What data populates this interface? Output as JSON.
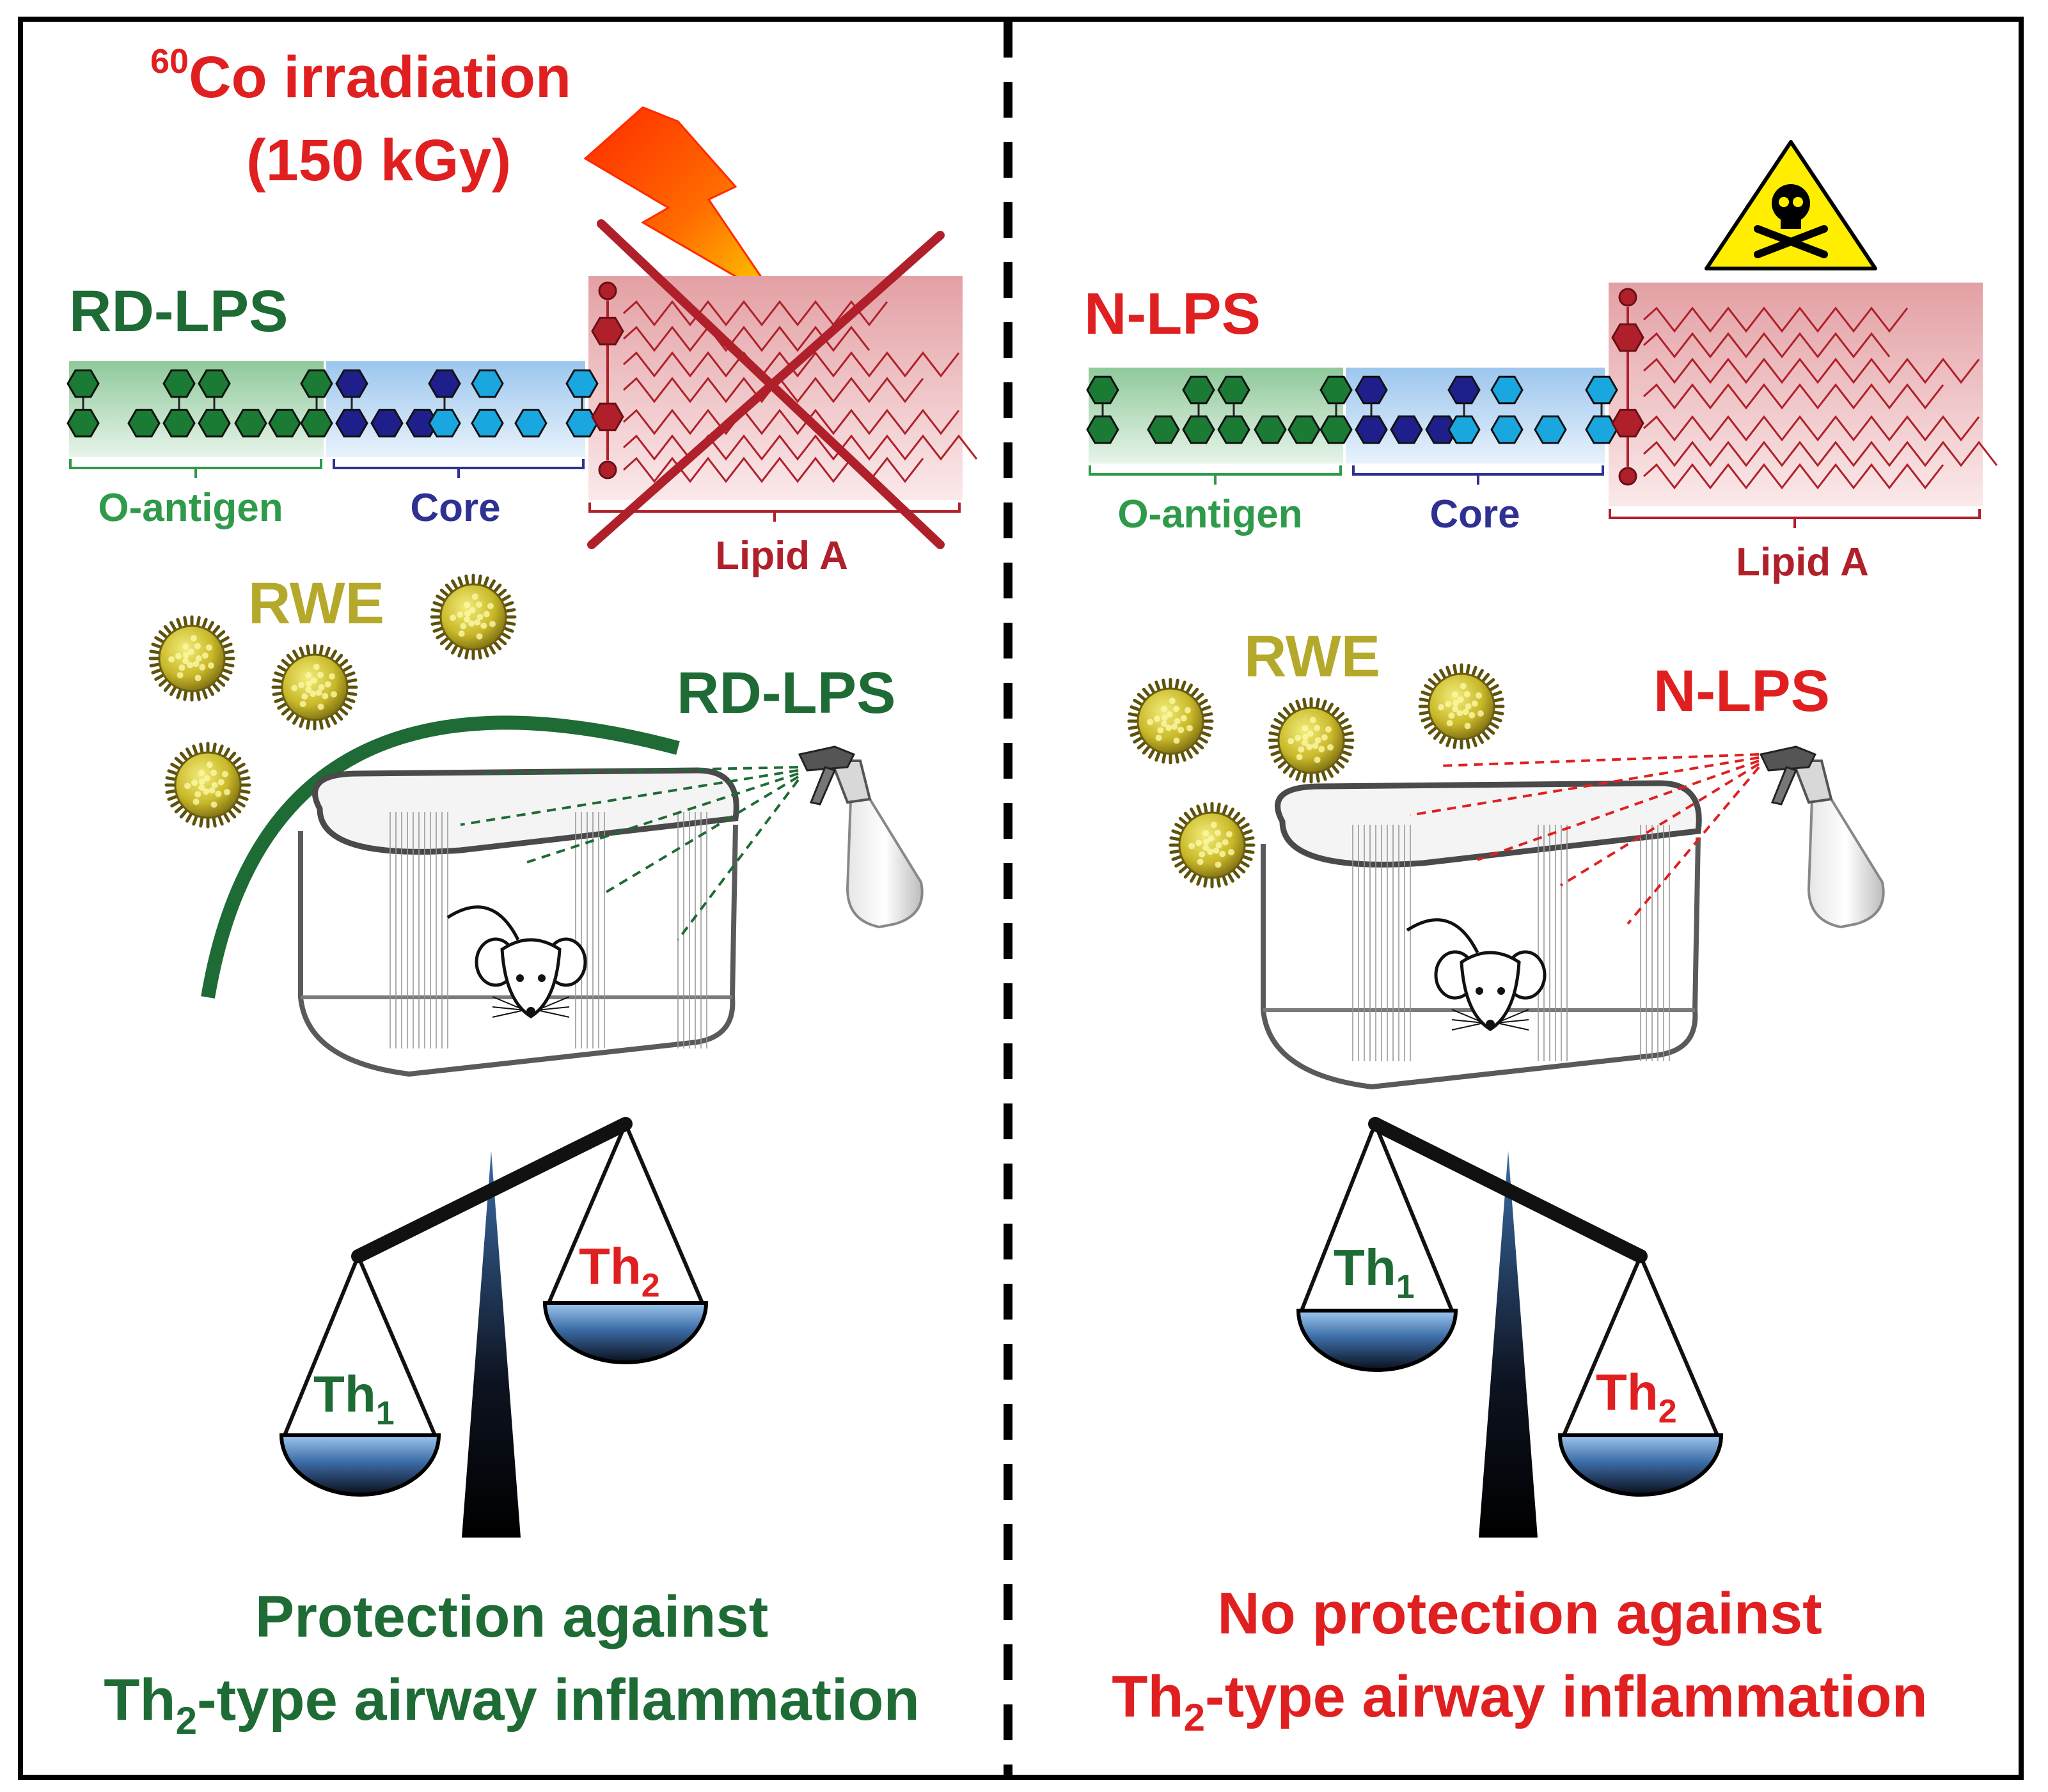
{
  "colors": {
    "green": "#1e6b35",
    "red": "#e02020",
    "navy": "#2e3192",
    "olive": "#b5a92c",
    "lipid_red": "#b0202a",
    "blue_dark": "#1f1f8c",
    "blue_light": "#1aa7e0",
    "hex_green": "#1b7a33"
  },
  "left": {
    "irradiation_superscript": "60",
    "irradiation_label": "Co irradiation",
    "irradiation_dose": "(150 kGy)",
    "lps_title": "RD-LPS",
    "segments": {
      "o_antigen": "O-antigen",
      "core": "Core",
      "lipid_a": "Lipid A"
    },
    "rwe_label": "RWE",
    "spray_label": "RD-LPS",
    "th1": {
      "base": "Th",
      "sub": "1"
    },
    "th2": {
      "base": "Th",
      "sub": "2"
    },
    "conclusion_line1": "Protection against",
    "conclusion_line2_prefix": "Th",
    "conclusion_line2_sub": "2",
    "conclusion_line2_rest": "-type airway inflammation"
  },
  "right": {
    "lps_title": "N-LPS",
    "segments": {
      "o_antigen": "O-antigen",
      "core": "Core",
      "lipid_a": "Lipid A"
    },
    "rwe_label": "RWE",
    "spray_label": "N-LPS",
    "th1": {
      "base": "Th",
      "sub": "1"
    },
    "th2": {
      "base": "Th",
      "sub": "2"
    },
    "conclusion_line1": "No protection against",
    "conclusion_line2_prefix": "Th",
    "conclusion_line2_sub": "2",
    "conclusion_line2_rest": "-type airway inflammation"
  },
  "icons": [
    "lightning-bolt",
    "toxic-warning-sign",
    "pollen-grain",
    "spray-bottle",
    "mouse-cage",
    "mouse",
    "balance-scale"
  ]
}
